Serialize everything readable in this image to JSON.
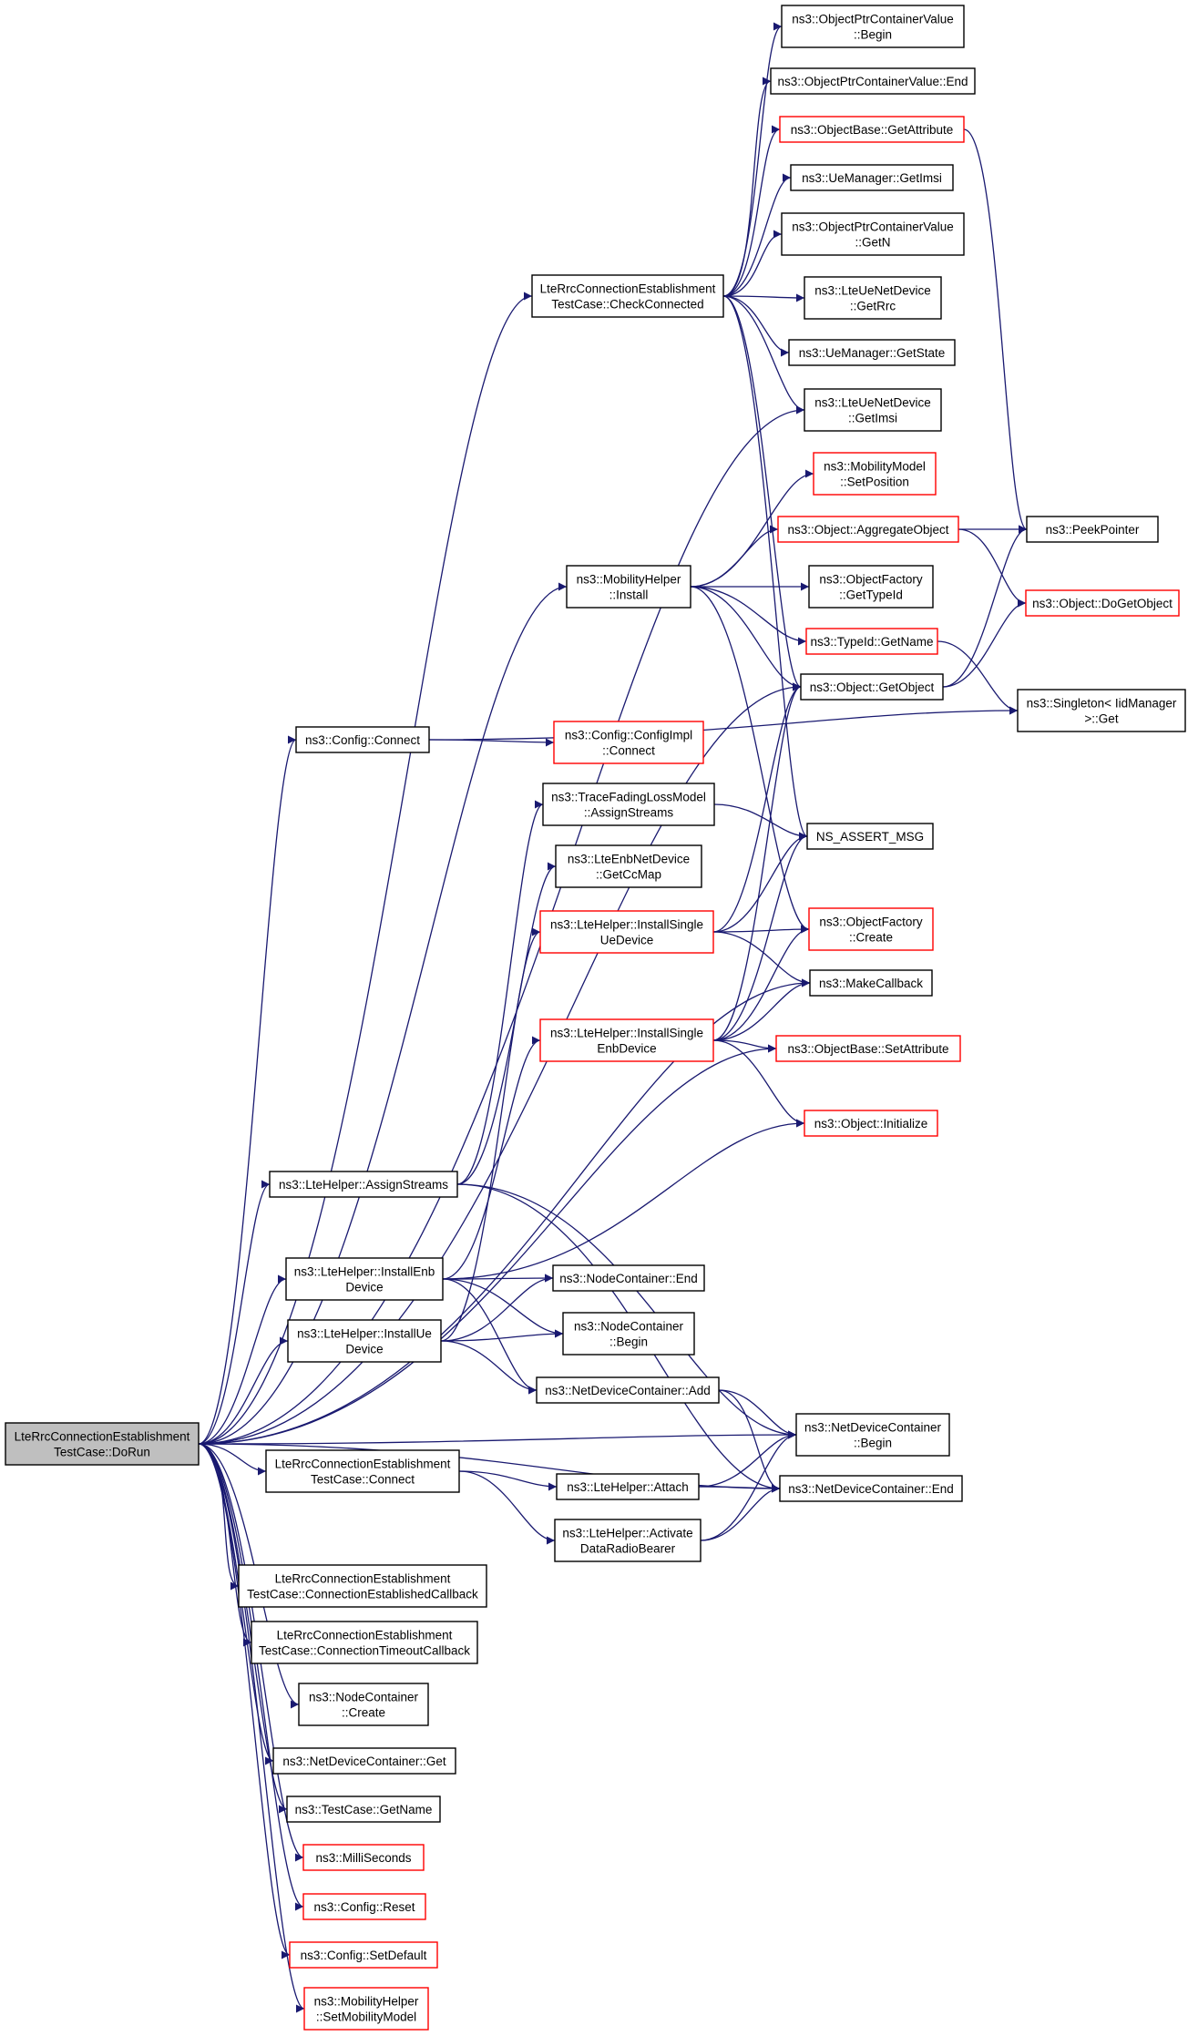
{
  "diagram": {
    "nodes": [
      {
        "id": "dorun",
        "lines": [
          "LteRrcConnectionEstablishment",
          "TestCase::DoRun"
        ],
        "style": "root"
      },
      {
        "id": "checkconnected",
        "lines": [
          "LteRrcConnectionEstablishment",
          "TestCase::CheckConnected"
        ],
        "style": "black"
      },
      {
        "id": "optr_begin",
        "lines": [
          "ns3::ObjectPtrContainerValue",
          "::Begin"
        ],
        "style": "black"
      },
      {
        "id": "optr_end",
        "lines": [
          "ns3::ObjectPtrContainerValue::End"
        ],
        "style": "black"
      },
      {
        "id": "ob_getattr",
        "lines": [
          "ns3::ObjectBase::GetAttribute"
        ],
        "style": "red"
      },
      {
        "id": "uemgr_getimsi",
        "lines": [
          "ns3::UeManager::GetImsi"
        ],
        "style": "black"
      },
      {
        "id": "optr_getn",
        "lines": [
          "ns3::ObjectPtrContainerValue",
          "::GetN"
        ],
        "style": "black"
      },
      {
        "id": "ltend_getrrc",
        "lines": [
          "ns3::LteUeNetDevice",
          "::GetRrc"
        ],
        "style": "black"
      },
      {
        "id": "uemgr_getstate",
        "lines": [
          "ns3::UeManager::GetState"
        ],
        "style": "black"
      },
      {
        "id": "ltend_getimsi",
        "lines": [
          "ns3::LteUeNetDevice",
          "::GetImsi"
        ],
        "style": "black"
      },
      {
        "id": "mm_setpos",
        "lines": [
          "ns3::MobilityModel",
          "::SetPosition"
        ],
        "style": "red"
      },
      {
        "id": "obj_aggregate",
        "lines": [
          "ns3::Object::AggregateObject"
        ],
        "style": "red"
      },
      {
        "id": "peekpointer",
        "lines": [
          "ns3::PeekPointer"
        ],
        "style": "black"
      },
      {
        "id": "mh_install",
        "lines": [
          "ns3::MobilityHelper",
          "::Install"
        ],
        "style": "black"
      },
      {
        "id": "of_gettypeid",
        "lines": [
          "ns3::ObjectFactory",
          "::GetTypeId"
        ],
        "style": "black"
      },
      {
        "id": "obj_dogetobject",
        "lines": [
          "ns3::Object::DoGetObject"
        ],
        "style": "red"
      },
      {
        "id": "typeid_getname",
        "lines": [
          "ns3::TypeId::GetName"
        ],
        "style": "red"
      },
      {
        "id": "obj_getobject",
        "lines": [
          "ns3::Object::GetObject"
        ],
        "style": "black"
      },
      {
        "id": "singleton_get",
        "lines": [
          "ns3::Singleton< IidManager",
          ">::Get"
        ],
        "style": "black"
      },
      {
        "id": "config_connect",
        "lines": [
          "ns3::Config::Connect"
        ],
        "style": "black"
      },
      {
        "id": "configimpl_connect",
        "lines": [
          "ns3::Config::ConfigImpl",
          "::Connect"
        ],
        "style": "red"
      },
      {
        "id": "tfl_assign",
        "lines": [
          "ns3::TraceFadingLossModel",
          "::AssignStreams"
        ],
        "style": "black"
      },
      {
        "id": "ns_assert",
        "lines": [
          "NS_ASSERT_MSG"
        ],
        "style": "black"
      },
      {
        "id": "enb_getccmap",
        "lines": [
          "ns3::LteEnbNetDevice",
          "::GetCcMap"
        ],
        "style": "black"
      },
      {
        "id": "lh_installue_single",
        "lines": [
          "ns3::LteHelper::InstallSingle",
          "UeDevice"
        ],
        "style": "red"
      },
      {
        "id": "of_create",
        "lines": [
          "ns3::ObjectFactory",
          "::Create"
        ],
        "style": "red"
      },
      {
        "id": "makecallback",
        "lines": [
          "ns3::MakeCallback"
        ],
        "style": "black"
      },
      {
        "id": "lh_installenb_single",
        "lines": [
          "ns3::LteHelper::InstallSingle",
          "EnbDevice"
        ],
        "style": "red"
      },
      {
        "id": "ob_setattr",
        "lines": [
          "ns3::ObjectBase::SetAttribute"
        ],
        "style": "red"
      },
      {
        "id": "obj_initialize",
        "lines": [
          "ns3::Object::Initialize"
        ],
        "style": "red"
      },
      {
        "id": "lh_assign",
        "lines": [
          "ns3::LteHelper::AssignStreams"
        ],
        "style": "black"
      },
      {
        "id": "lh_installenb",
        "lines": [
          "ns3::LteHelper::InstallEnb",
          "Device"
        ],
        "style": "black"
      },
      {
        "id": "nc_end",
        "lines": [
          "ns3::NodeContainer::End"
        ],
        "style": "black"
      },
      {
        "id": "lh_installue",
        "lines": [
          "ns3::LteHelper::InstallUe",
          "Device"
        ],
        "style": "black"
      },
      {
        "id": "nc_begin",
        "lines": [
          "ns3::NodeContainer",
          "::Begin"
        ],
        "style": "black"
      },
      {
        "id": "ndc_add",
        "lines": [
          "ns3::NetDeviceContainer::Add"
        ],
        "style": "black"
      },
      {
        "id": "ndc_begin",
        "lines": [
          "ns3::NetDeviceContainer",
          "::Begin"
        ],
        "style": "black"
      },
      {
        "id": "tc_connect",
        "lines": [
          "LteRrcConnectionEstablishment",
          "TestCase::Connect"
        ],
        "style": "black"
      },
      {
        "id": "lh_attach",
        "lines": [
          "ns3::LteHelper::Attach"
        ],
        "style": "black"
      },
      {
        "id": "ndc_end",
        "lines": [
          "ns3::NetDeviceContainer::End"
        ],
        "style": "black"
      },
      {
        "id": "lh_activate",
        "lines": [
          "ns3::LteHelper::Activate",
          "DataRadioBearer"
        ],
        "style": "black"
      },
      {
        "id": "tc_connestab",
        "lines": [
          "LteRrcConnectionEstablishment",
          "TestCase::ConnectionEstablishedCallback"
        ],
        "style": "black"
      },
      {
        "id": "tc_conntimeout",
        "lines": [
          "LteRrcConnectionEstablishment",
          "TestCase::ConnectionTimeoutCallback"
        ],
        "style": "black"
      },
      {
        "id": "nc_create",
        "lines": [
          "ns3::NodeContainer",
          "::Create"
        ],
        "style": "black"
      },
      {
        "id": "ndc_get",
        "lines": [
          "ns3::NetDeviceContainer::Get"
        ],
        "style": "black"
      },
      {
        "id": "testcase_getname",
        "lines": [
          "ns3::TestCase::GetName"
        ],
        "style": "black"
      },
      {
        "id": "milliseconds",
        "lines": [
          "ns3::MilliSeconds"
        ],
        "style": "red"
      },
      {
        "id": "config_reset",
        "lines": [
          "ns3::Config::Reset"
        ],
        "style": "red"
      },
      {
        "id": "config_setdefault",
        "lines": [
          "ns3::Config::SetDefault"
        ],
        "style": "red"
      },
      {
        "id": "mh_setmobility",
        "lines": [
          "ns3::MobilityHelper",
          "::SetMobilityModel"
        ],
        "style": "red"
      }
    ],
    "edges": [
      [
        "dorun",
        "checkconnected"
      ],
      [
        "dorun",
        "ltend_getimsi"
      ],
      [
        "dorun",
        "mh_install"
      ],
      [
        "dorun",
        "obj_getobject"
      ],
      [
        "dorun",
        "config_connect"
      ],
      [
        "dorun",
        "makecallback"
      ],
      [
        "dorun",
        "ob_setattr"
      ],
      [
        "dorun",
        "lh_assign"
      ],
      [
        "dorun",
        "lh_installenb"
      ],
      [
        "dorun",
        "lh_installue"
      ],
      [
        "dorun",
        "ndc_begin"
      ],
      [
        "dorun",
        "tc_connect"
      ],
      [
        "dorun",
        "ndc_end"
      ],
      [
        "dorun",
        "tc_connestab"
      ],
      [
        "dorun",
        "tc_conntimeout"
      ],
      [
        "dorun",
        "nc_create"
      ],
      [
        "dorun",
        "ndc_get"
      ],
      [
        "dorun",
        "testcase_getname"
      ],
      [
        "dorun",
        "milliseconds"
      ],
      [
        "dorun",
        "config_reset"
      ],
      [
        "dorun",
        "config_setdefault"
      ],
      [
        "dorun",
        "mh_setmobility"
      ],
      [
        "checkconnected",
        "optr_begin"
      ],
      [
        "checkconnected",
        "optr_end"
      ],
      [
        "checkconnected",
        "ob_getattr"
      ],
      [
        "checkconnected",
        "uemgr_getimsi"
      ],
      [
        "checkconnected",
        "optr_getn"
      ],
      [
        "checkconnected",
        "ltend_getrrc"
      ],
      [
        "checkconnected",
        "uemgr_getstate"
      ],
      [
        "checkconnected",
        "ltend_getimsi"
      ],
      [
        "checkconnected",
        "obj_getobject"
      ],
      [
        "checkconnected",
        "ns_assert"
      ],
      [
        "ob_getattr",
        "peekpointer"
      ],
      [
        "mh_install",
        "mm_setpos"
      ],
      [
        "mh_install",
        "obj_aggregate"
      ],
      [
        "mh_install",
        "of_gettypeid"
      ],
      [
        "mh_install",
        "typeid_getname"
      ],
      [
        "mh_install",
        "obj_getobject"
      ],
      [
        "mh_install",
        "of_create"
      ],
      [
        "obj_aggregate",
        "peekpointer"
      ],
      [
        "obj_aggregate",
        "obj_dogetobject"
      ],
      [
        "typeid_getname",
        "singleton_get"
      ],
      [
        "obj_getobject",
        "peekpointer"
      ],
      [
        "obj_getobject",
        "obj_dogetobject"
      ],
      [
        "config_connect",
        "configimpl_connect"
      ],
      [
        "config_connect",
        "singleton_get"
      ],
      [
        "tfl_assign",
        "ns_assert"
      ],
      [
        "lh_installue_single",
        "obj_getobject"
      ],
      [
        "lh_installue_single",
        "ns_assert"
      ],
      [
        "lh_installue_single",
        "of_create"
      ],
      [
        "lh_installue_single",
        "makecallback"
      ],
      [
        "lh_installenb_single",
        "obj_getobject"
      ],
      [
        "lh_installenb_single",
        "ns_assert"
      ],
      [
        "lh_installenb_single",
        "of_create"
      ],
      [
        "lh_installenb_single",
        "makecallback"
      ],
      [
        "lh_installenb_single",
        "ob_setattr"
      ],
      [
        "lh_installenb_single",
        "obj_initialize"
      ],
      [
        "lh_assign",
        "tfl_assign"
      ],
      [
        "lh_assign",
        "enb_getccmap"
      ],
      [
        "lh_assign",
        "ndc_begin"
      ],
      [
        "lh_assign",
        "ndc_end"
      ],
      [
        "lh_installenb",
        "lh_installenb_single"
      ],
      [
        "lh_installenb",
        "nc_end"
      ],
      [
        "lh_installenb",
        "nc_begin"
      ],
      [
        "lh_installenb",
        "ndc_add"
      ],
      [
        "lh_installenb",
        "obj_initialize"
      ],
      [
        "lh_installue",
        "lh_installue_single"
      ],
      [
        "lh_installue",
        "nc_end"
      ],
      [
        "lh_installue",
        "nc_begin"
      ],
      [
        "lh_installue",
        "ndc_add"
      ],
      [
        "ndc_add",
        "ndc_begin"
      ],
      [
        "ndc_add",
        "ndc_end"
      ],
      [
        "tc_connect",
        "lh_attach"
      ],
      [
        "tc_connect",
        "lh_activate"
      ],
      [
        "lh_attach",
        "ndc_begin"
      ],
      [
        "lh_attach",
        "ndc_end"
      ],
      [
        "lh_activate",
        "ndc_begin"
      ],
      [
        "lh_activate",
        "ndc_end"
      ]
    ]
  }
}
